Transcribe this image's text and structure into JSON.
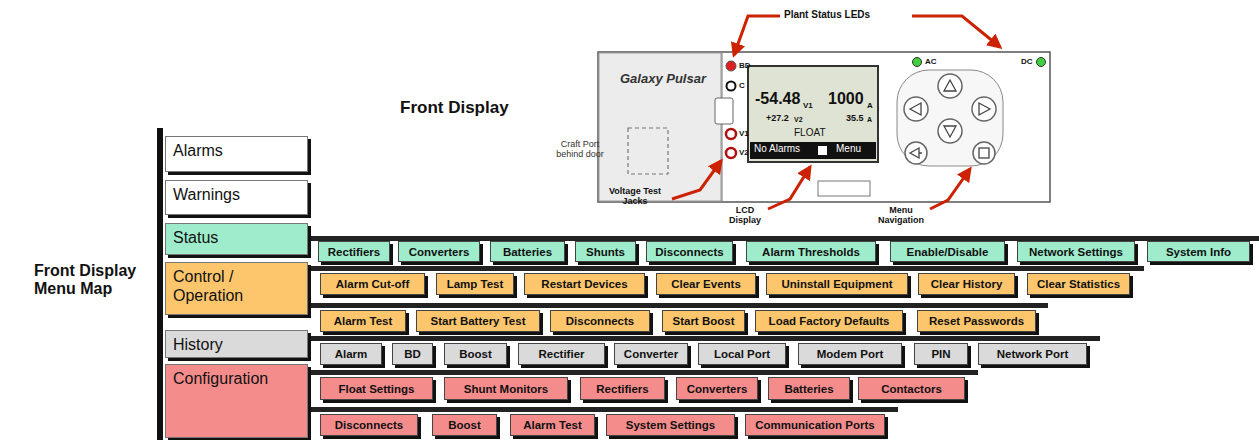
{
  "diagram": {
    "nodes": [
      {
        "text": [
          "Alarms"
        ]
      },
      {
        "text": [
          "Warnings"
        ]
      },
      {
        "text": [
          "Status"
        ]
      },
      {
        "text": [
          "Control / Operation"
        ]
      },
      {
        "text": [
          "History"
        ]
      },
      {
        "text": [
          "Configuration"
        ]
      },
      {
        "text": [
          "Rectifiers"
        ]
      },
      {
        "text": [
          "Converters"
        ]
      },
      {
        "text": [
          "Batteries"
        ]
      },
      {
        "text": [
          "Shunts"
        ]
      },
      {
        "text": [
          "Disconnects"
        ]
      },
      {
        "text": [
          "Alarm Thresholds"
        ]
      },
      {
        "text": [
          "Enable/Disable"
        ]
      },
      {
        "text": [
          "Network Settings"
        ]
      },
      {
        "text": [
          "System Info"
        ]
      },
      {
        "text": [
          "Alarm Cut-off"
        ]
      },
      {
        "text": [
          "Lamp Test"
        ]
      },
      {
        "text": [
          "Restart Devices"
        ]
      },
      {
        "text": [
          "Clear Events"
        ]
      },
      {
        "text": [
          "Uninstall Equipment"
        ]
      },
      {
        "text": [
          "Clear History"
        ]
      },
      {
        "text": [
          "Clear Statistics"
        ]
      },
      {
        "text": [
          "Alarm Test"
        ]
      },
      {
        "text": [
          "Start Battery Test"
        ]
      },
      {
        "text": [
          "Disconnects"
        ]
      },
      {
        "text": [
          "Start Boost"
        ]
      },
      {
        "text": [
          "Load Factory Defaults"
        ]
      },
      {
        "text": [
          "Reset Passwords"
        ]
      },
      {
        "text": [
          "Alarm"
        ]
      },
      {
        "text": [
          "BD"
        ]
      },
      {
        "text": [
          "Boost"
        ]
      },
      {
        "text": [
          "Rectifier"
        ]
      },
      {
        "text": [
          "Converter"
        ]
      },
      {
        "text": [
          "Local Port"
        ]
      },
      {
        "text": [
          "Modem Port"
        ]
      },
      {
        "text": [
          "PIN"
        ]
      },
      {
        "text": [
          "Network Port"
        ]
      },
      {
        "text": [
          "Float Settings"
        ]
      },
      {
        "text": [
          "Shunt Monitors"
        ]
      },
      {
        "text": [
          "Rectifiers"
        ]
      },
      {
        "text": [
          "Converters"
        ]
      },
      {
        "text": [
          "Batteries"
        ]
      },
      {
        "text": [
          "Contactors"
        ]
      },
      {
        "text": [
          "Disconnects"
        ]
      },
      {
        "text": [
          "Boost"
        ]
      },
      {
        "text": [
          "Alarm Test"
        ]
      },
      {
        "text": [
          "System Settings"
        ]
      },
      {
        "text": [
          "Communication Ports"
        ]
      }
    ],
    "labels": [
      "Plant Status LEDs",
      "Front Display",
      "Galaxy Pulsar",
      "Craft Port behind door",
      "BD",
      "C",
      "V1",
      "V2",
      "-54.48",
      "V1",
      "1000",
      "A",
      "+27.2",
      "V2",
      "35.5",
      "A",
      "FLOAT",
      "No Alarms",
      "Menu",
      "AC",
      "DC",
      "Voltage Test Jacks",
      "LCD Display",
      "Menu Navigation",
      "Front Display Menu Map"
    ]
  }
}
